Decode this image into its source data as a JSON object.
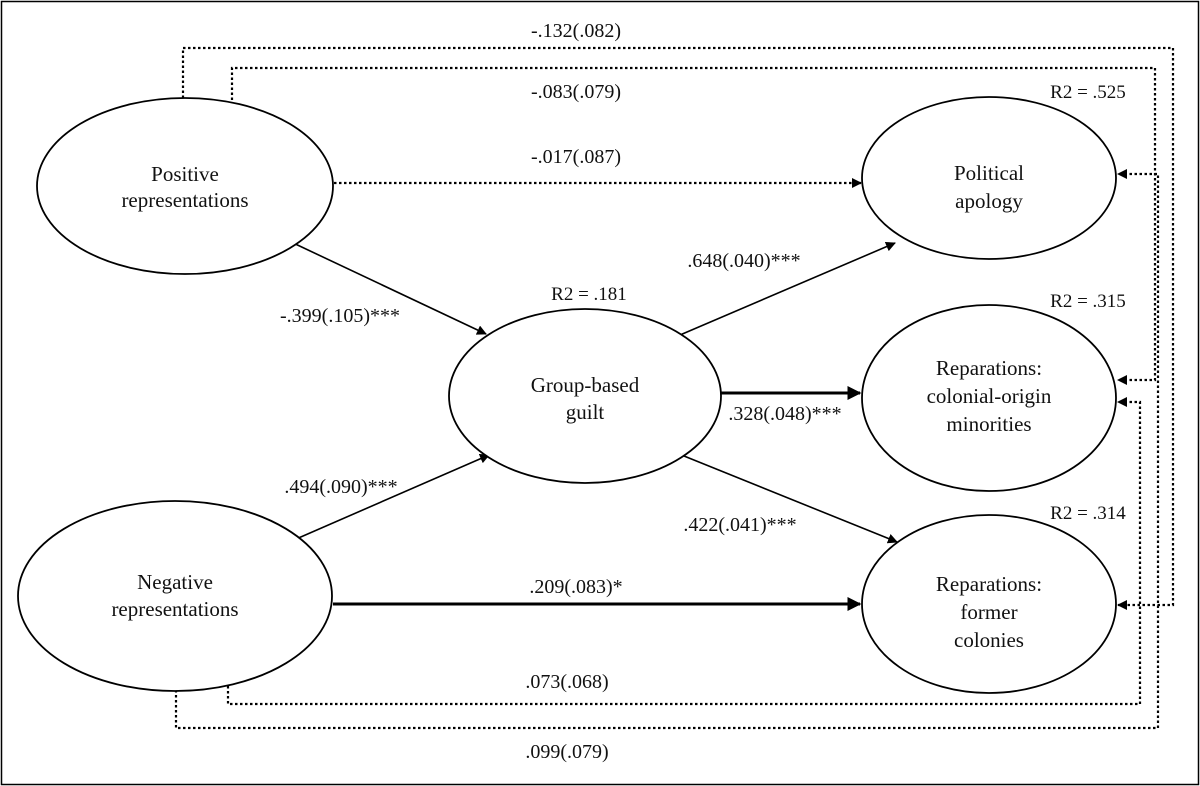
{
  "nodes": {
    "positive": [
      "Positive",
      "representations"
    ],
    "negative": [
      "Negative",
      "representations"
    ],
    "guilt": [
      "Group-based",
      "guilt"
    ],
    "apology": [
      "Political",
      "apology"
    ],
    "minorities": [
      "Reparations:",
      "colonial-origin",
      "minorities"
    ],
    "colonies": [
      "Reparations:",
      "former",
      "colonies"
    ]
  },
  "r2": {
    "guilt": "R2 = .181",
    "apology": "R2 = .525",
    "minorities": "R2 = .315",
    "colonies": "R2 = .314"
  },
  "paths": {
    "pos_apology_direct": "-.017(.087)",
    "pos_minorities": "-.083(.079)",
    "pos_colonies": "-.132(.082)",
    "pos_guilt": "-.399(.105)***",
    "neg_guilt": ".494(.090)***",
    "guilt_apology": ".648(.040)***",
    "guilt_minorities": ".328(.048)***",
    "guilt_colonies": ".422(.041)***",
    "neg_colonies_direct": ".209(.083)*",
    "neg_minorities": ".073(.068)",
    "neg_apology": ".099(.079)"
  },
  "colors": {
    "stroke": "#000000",
    "text": "#111111",
    "background": "#ffffff"
  }
}
